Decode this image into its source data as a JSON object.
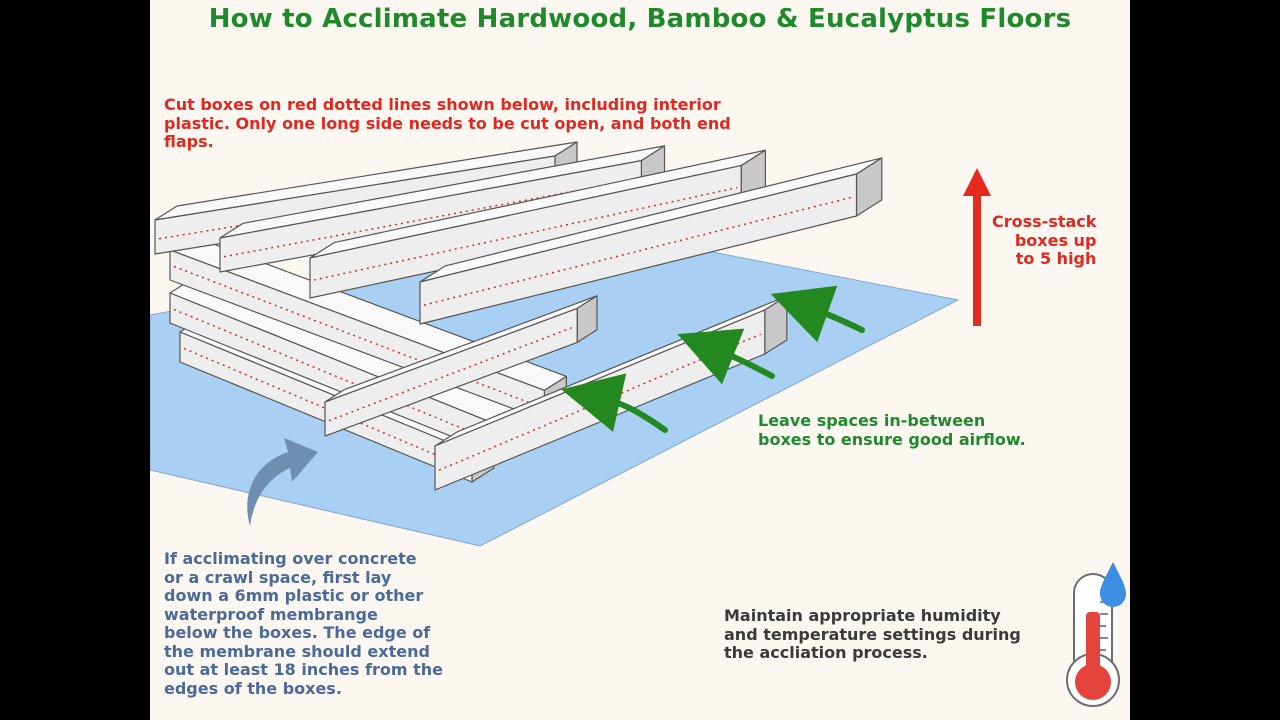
{
  "title": "How to Acclimate Hardwood, Bamboo & Eucalyptus Floors",
  "notes": {
    "cut": [
      "Cut boxes on red dotted lines shown below, including interior",
      "plastic. Only one long side needs to be cut open, and both end",
      "flaps."
    ],
    "stack": [
      "Cross-stack",
      "boxes up",
      "to 5 high"
    ],
    "airflow": [
      "Leave spaces in-between",
      "boxes to ensure good airflow."
    ],
    "membrane": [
      "If acclimating over concrete",
      "or a crawl space, first lay",
      "down a 6mm plastic or other",
      "waterproof membrange",
      "below the boxes.  The edge of",
      "the membrane should extend",
      "out at least 18 inches from the",
      "edges of the boxes."
    ],
    "humidity": [
      "Maintain appropriate humidity",
      "and temperature settings during",
      "the accliation process."
    ]
  },
  "colors": {
    "title": "#1f8a2b",
    "cut_note": "#e0281f",
    "stack_note": "#e0281f",
    "airflow_note": "#1f8a2b",
    "membrane_note": "#4a6a99",
    "humidity_note": "#3a3a3a",
    "membrane": "#a9cff2",
    "box_face": "#eeeeee",
    "dotted_line": "#e0281f",
    "up_arrow": "#e62a1e",
    "airflow_arrow": "#22881f",
    "membrane_arrow": "#6f8fb2"
  },
  "icons": [
    "up-arrow-icon",
    "airflow-arrow-icon",
    "curved-arrow-icon",
    "thermometer-icon",
    "water-drop-icon"
  ]
}
